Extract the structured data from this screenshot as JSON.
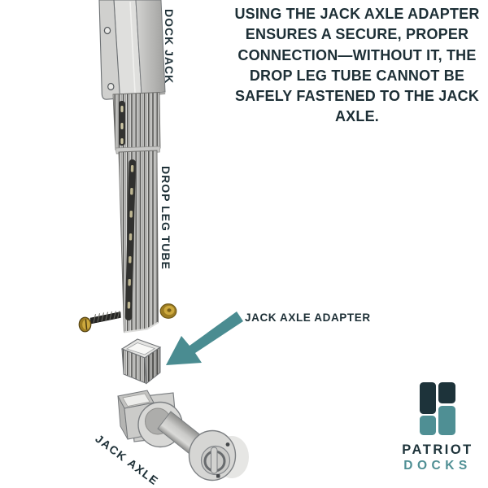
{
  "theme": {
    "dark": "#1d2f36",
    "teal": "#4a8c91",
    "logo-dark": "#1d333a",
    "logo-teal": "#4f8f94",
    "brass": "#b08d2f",
    "steel_light": "#d9d9d7",
    "steel_dark": "#a6a6a4"
  },
  "heading": {
    "lines": [
      "USING THE JACK AXLE ADAPTER",
      "ENSURES A SECURE, PROPER",
      "CONNECTION—WITHOUT IT, THE",
      "DROP LEG TUBE CANNOT BE",
      "SAFELY FASTENED TO THE JACK",
      "AXLE."
    ]
  },
  "diagram": {
    "labels": {
      "dock_jack": "DOCK JACK",
      "drop_leg_tube": "DROP LEG TUBE",
      "jack_axle_adapter": "JACK AXLE ADAPTER",
      "jack_axle": "JACK AXLE"
    },
    "parts": [
      "dock-jack",
      "drop-leg-tube",
      "carriage-bolt",
      "axle-nut",
      "jack-axle-adapter",
      "jack-axle"
    ]
  },
  "logo": {
    "word": "PATRIOT",
    "sub": "DOCKS"
  }
}
